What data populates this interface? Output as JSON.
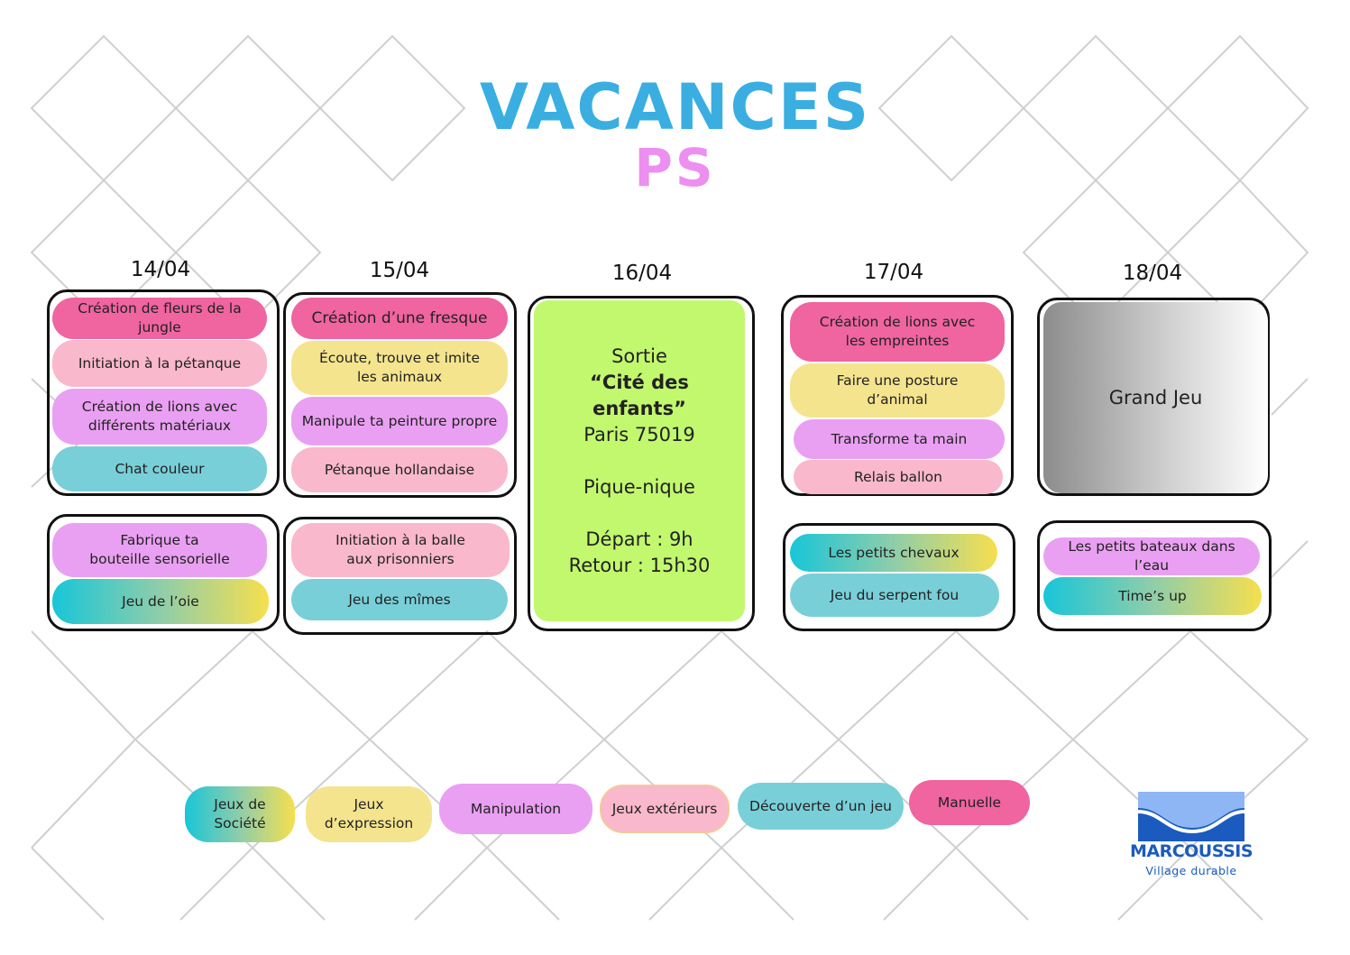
{
  "header": {
    "title": "VACANCES",
    "subtitle": "PS"
  },
  "days": [
    {
      "date": "14/04",
      "morning": [
        "Création de fleurs de la jungle",
        "Initiation à la pétanque",
        "Création de lions avec différents matériaux",
        "Chat couleur"
      ],
      "afternoon": [
        "Fabrique ta bouteille sensorielle",
        "Jeu de l’oie"
      ]
    },
    {
      "date": "15/04",
      "morning": [
        "Création d’une fresque",
        "Écoute, trouve et imite les animaux",
        "Manipule ta peinture propre",
        "Pétanque hollandaise"
      ],
      "afternoon": [
        "Initiation à la balle aux prisonniers",
        "Jeu des mîmes"
      ]
    },
    {
      "date": "16/04",
      "sortie": {
        "line1": "Sortie",
        "line2": "“Cité des",
        "line3": "enfants”",
        "line4": "Paris 75019",
        "line5": "Pique-nique",
        "line6": "Départ : 9h",
        "line7": "Retour : 15h30"
      }
    },
    {
      "date": "17/04",
      "morning": [
        "Création de lions avec les empreintes",
        "Faire une posture d’animal",
        "Transforme ta main",
        "Relais ballon"
      ],
      "afternoon": [
        "Les petits chevaux",
        "Jeu du serpent fou"
      ]
    },
    {
      "date": "18/04",
      "morning_label": "Grand Jeu",
      "afternoon": [
        "Les petits bateaux dans l’eau",
        "Time’s up"
      ]
    }
  ],
  "legend": [
    "Jeux de Société",
    "Jeux d’expression",
    "Manipulation",
    "Jeux extérieurs",
    "Découverte d’un jeu",
    "Manuelle"
  ],
  "logo": {
    "name": "MARCOUSSIS",
    "tagline": "Village durable"
  },
  "colors": {
    "pink": "#f064a0",
    "light_pink": "#f9b8cc",
    "purple": "#eaa0f2",
    "teal": "#79cfd8",
    "yellow": "#f5e48e",
    "green": "#c2f86e",
    "title_blue": "#3aaee0",
    "title_pink": "#ec8ff0"
  }
}
